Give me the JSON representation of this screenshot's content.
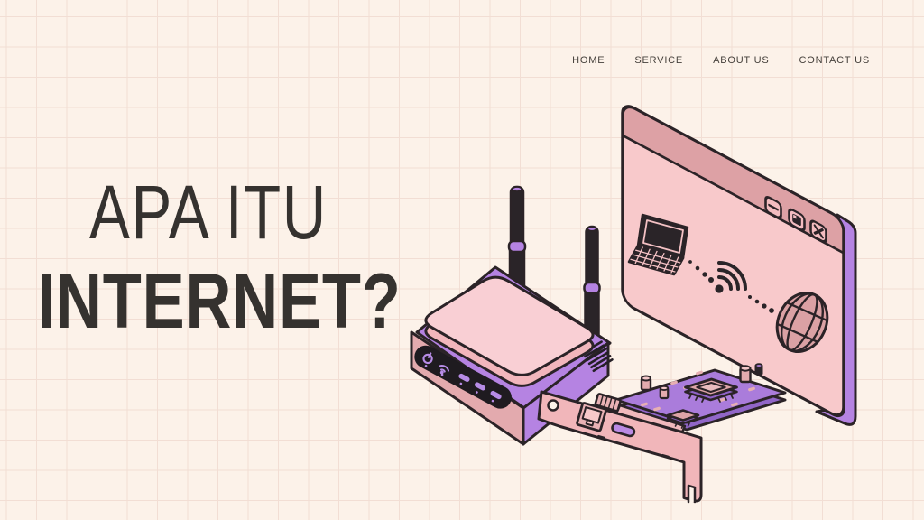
{
  "nav": {
    "items": [
      {
        "label": "HOME"
      },
      {
        "label": "SERVICE"
      },
      {
        "label": "ABOUT US"
      },
      {
        "label": "CONTACT US"
      }
    ]
  },
  "headline": {
    "line1": "APA ITU",
    "line2": "INTERNET?"
  },
  "illustration": {
    "description": "isometric illustration of internet hardware",
    "parts": [
      {
        "name": "browser-window",
        "window_buttons": [
          "minimize",
          "maximize",
          "close"
        ],
        "icons": [
          "laptop",
          "wifi-signal",
          "globe"
        ],
        "connection_style": "dotted-line"
      },
      {
        "name": "wifi-router",
        "antennas": 2,
        "panel_icons": [
          "power",
          "wifi"
        ],
        "led_count": 3
      },
      {
        "name": "network-interface-card",
        "features": [
          "ethernet-port",
          "mounting-bracket",
          "chip",
          "capacitors",
          "edge-connector"
        ]
      }
    ],
    "colors": {
      "background": "#fcf2e9",
      "grid_line": "#f2ded4",
      "outline": "#2b2327",
      "window_pink": "#f8c9cb",
      "titlebar_pink": "#dda1a5",
      "router_front_pink": "#e3aaae",
      "lid_pink": "#f9cfd4",
      "purple": "#b583e2",
      "pcb_purple": "#aa7cdb",
      "panel_black": "#1f1b20",
      "led_purple": "#b78ce6",
      "text_dark": "#35322f",
      "nav_text": "#45403b"
    }
  }
}
